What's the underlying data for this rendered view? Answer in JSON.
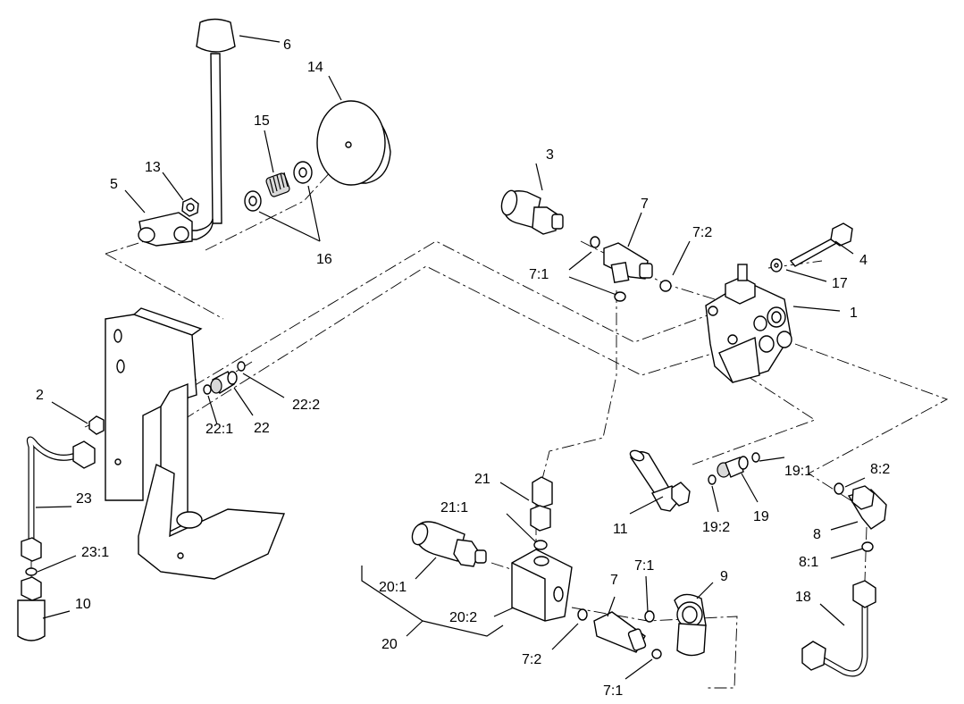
{
  "callouts": {
    "c1": "1",
    "c2": "2",
    "c3": "3",
    "c4": "4",
    "c5": "5",
    "c6": "6",
    "c7a": "7",
    "c7b": "7",
    "c7_1a": "7:1",
    "c7_1b": "7:1",
    "c7_1c": "7:1",
    "c7_2a": "7:2",
    "c7_2b": "7:2",
    "c8": "8",
    "c8_1": "8:1",
    "c8_2": "8:2",
    "c9": "9",
    "c10": "10",
    "c11": "11",
    "c13": "13",
    "c14": "14",
    "c15": "15",
    "c16": "16",
    "c17": "17",
    "c18": "18",
    "c19": "19",
    "c19_1": "19:1",
    "c19_2": "19:2",
    "c20": "20",
    "c20_1": "20:1",
    "c20_2": "20:2",
    "c21": "21",
    "c21_1": "21:1",
    "c22": "22",
    "c22_1": "22:1",
    "c22_2": "22:2",
    "c23": "23",
    "c23_1": "23:1"
  }
}
